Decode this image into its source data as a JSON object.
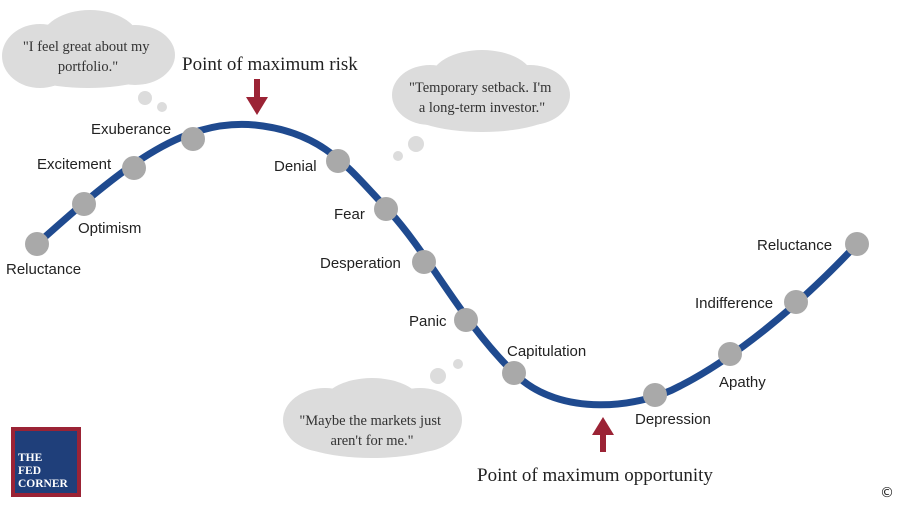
{
  "colors": {
    "curve": "#1f4a8f",
    "dot": "#a9a9a9",
    "arrow": "#9b2335",
    "bubble": "#dcdcdc",
    "logo_bg": "#1f3f7a",
    "logo_border": "#9b2335"
  },
  "stages": [
    {
      "id": "reluctance-start",
      "label": "Reluctance"
    },
    {
      "id": "optimism",
      "label": "Optimism"
    },
    {
      "id": "excitement",
      "label": "Excitement"
    },
    {
      "id": "exuberance",
      "label": "Exuberance"
    },
    {
      "id": "denial",
      "label": "Denial"
    },
    {
      "id": "fear",
      "label": "Fear"
    },
    {
      "id": "desperation",
      "label": "Desperation"
    },
    {
      "id": "panic",
      "label": "Panic"
    },
    {
      "id": "capitulation",
      "label": "Capitulation"
    },
    {
      "id": "depression",
      "label": "Depression"
    },
    {
      "id": "apathy",
      "label": "Apathy"
    },
    {
      "id": "indifference",
      "label": "Indifference"
    },
    {
      "id": "reluctance-end",
      "label": "Reluctance"
    }
  ],
  "callouts": {
    "max_risk": "Point of maximum risk",
    "max_opportunity": "Point of maximum opportunity"
  },
  "bubbles": [
    {
      "id": "portfolio",
      "lines": [
        "\"I feel great about my",
        "portfolio.\""
      ]
    },
    {
      "id": "setback",
      "lines": [
        "\"Temporary setback. I'm",
        "a long-term investor.\""
      ]
    },
    {
      "id": "markets",
      "lines": [
        "\"Maybe the markets just",
        "aren't for me.\""
      ]
    }
  ],
  "logo": {
    "lines": [
      "THE",
      "FED",
      "CORNER"
    ]
  },
  "copyright": "©"
}
